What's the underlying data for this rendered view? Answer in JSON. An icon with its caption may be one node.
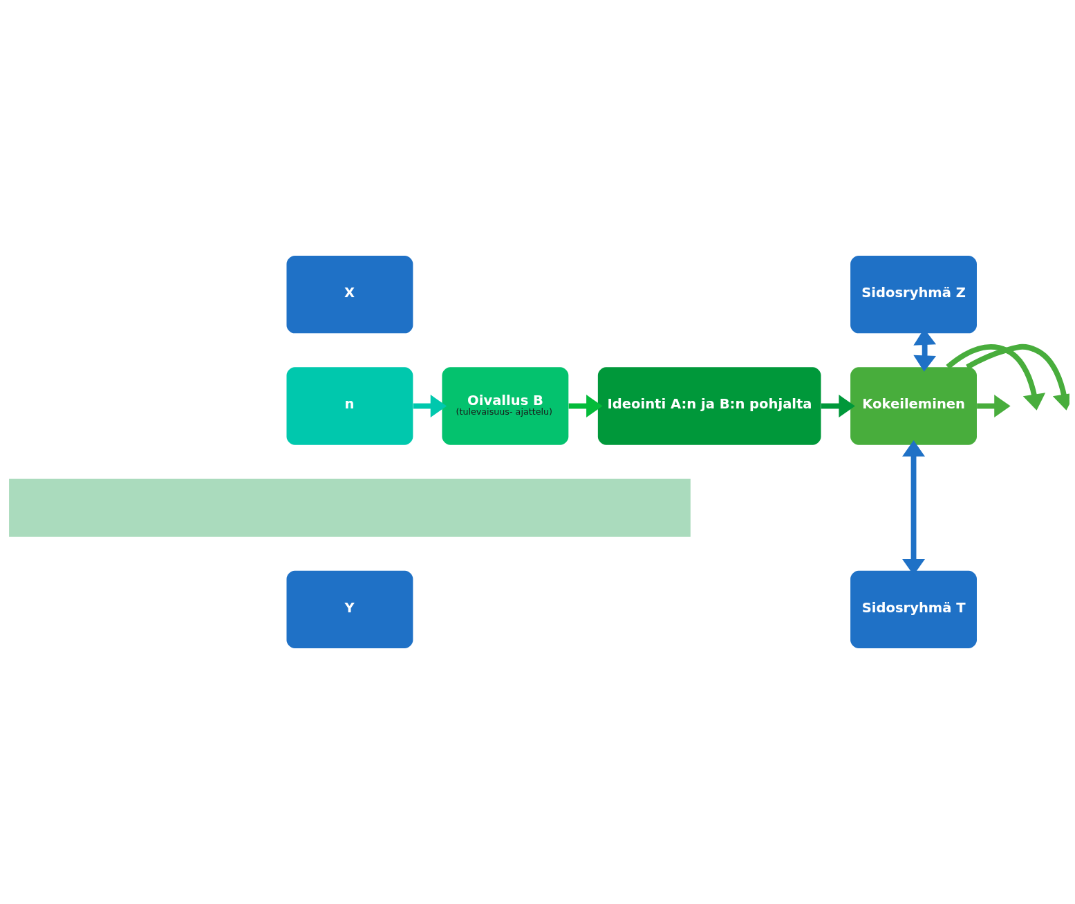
{
  "diagram": {
    "nodes": [
      {
        "text": [
          "X"
        ]
      },
      {
        "text": [
          "n"
        ]
      },
      {
        "text": [
          "Oivallus B",
          "(tulevaisuus- ajattelu)"
        ]
      },
      {
        "text": [
          "Ideointi A:n ja B:n pohjalta"
        ]
      },
      {
        "text": [
          "Kokeileminen"
        ]
      },
      {
        "text": [
          "Sidosryhmä Z"
        ]
      },
      {
        "text": [
          "Y"
        ]
      },
      {
        "text": [
          "Sidosryhmä T"
        ]
      },
      {
        "text": [],
        "shape": "bar"
      }
    ],
    "edges": [
      {
        "from": 1,
        "to": 2,
        "arrow": "to",
        "color": "#00c8ad"
      },
      {
        "from": 2,
        "to": 3,
        "arrow": "to",
        "color": "#04bb3a"
      },
      {
        "from": 3,
        "to": 4,
        "arrow": "to",
        "color": "#00983a"
      },
      {
        "from": 4,
        "to": null,
        "arrow": "to",
        "color": "#48ad3c"
      },
      {
        "from": 4,
        "to": null,
        "arrow": "to",
        "color": "#48ad3c"
      },
      {
        "from": 4,
        "to": null,
        "arrow": "to",
        "color": "#48ad3c"
      },
      {
        "from": 5,
        "to": 4,
        "arrow": "both",
        "color": "#1f71c6"
      },
      {
        "from": 4,
        "to": 7,
        "arrow": "both",
        "color": "#1f71c6"
      }
    ]
  }
}
